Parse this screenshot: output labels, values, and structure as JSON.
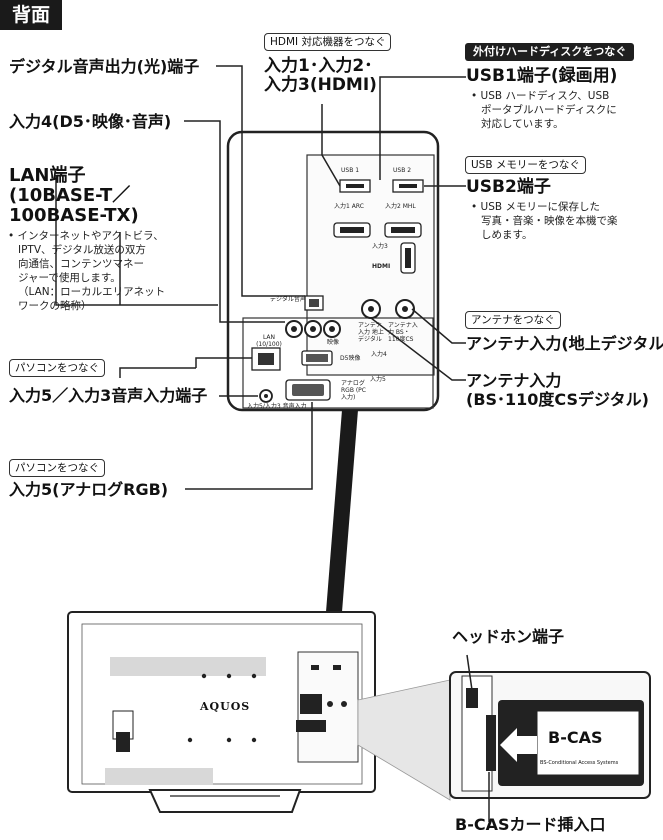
{
  "header": {
    "title": "背面"
  },
  "tags": {
    "hdmi": "HDMI 対応機器をつなぐ",
    "external_hdd": "外付けハードディスクをつなぐ",
    "usb_memory": "USB メモリーをつなぐ",
    "antenna": "アンテナをつなぐ",
    "pc1": "パソコンをつなぐ",
    "pc2": "パソコンをつなぐ"
  },
  "labels": {
    "digital_audio": "デジタル音声出力(光)端子",
    "hdmi_inputs_line1": "入力1･入力2･",
    "hdmi_inputs_line2": "入力3(HDMI)",
    "input4": "入力4(D5･映像･音声)",
    "lan_line1": "LAN端子",
    "lan_line2": "(10BASE-T／",
    "lan_line3": "100BASE-TX)",
    "usb1": "USB1端子(録画用)",
    "usb2": "USB2端子",
    "antenna_terrestrial": "アンテナ入力(地上デジタル)",
    "antenna_bs_line1": "アンテナ入力",
    "antenna_bs_line2": "(BS･110度CSデジタル)",
    "input5_audio": "入力5／入力3音声入力端子",
    "input5_rgb": "入力5(アナログRGB)",
    "headphone": "ヘッドホン端子",
    "bcas_slot": "B-CASカード挿入口"
  },
  "notes": {
    "lan": [
      "インターネットやアクトビラ、",
      "IPTV、デジタル放送の双方",
      "向通信、コンテンツマネー",
      "ジャーで使用します。",
      "（LAN：ローカルエリアネット",
      "ワークの略称）"
    ],
    "usb1": [
      "USB ハードディスク、USB",
      "ポータブルハードディスクに",
      "対応しています。"
    ],
    "usb2": [
      "USB メモリーに保存した",
      "写真・音楽・映像を本機で楽",
      "しめます。"
    ]
  },
  "panel": {
    "usb1": "USB 1",
    "usb2": "USB 2",
    "in1_arc": "入力1 ARC",
    "in2_mhl": "入力2 MHL",
    "in3": "入力3",
    "hdmi": "HDMI",
    "lan": "LAN (10/100)",
    "digital_audio": "デジタル音声",
    "d5": "D5映像",
    "input4": "入力4",
    "input5": "入力5",
    "analog_rgb": "アナログ RGB (PC入力)",
    "audio_in": "入力5/入力3 音声入力",
    "ant_terr": "アンテナ入力 地上デジタル",
    "ant_bs": "アンテナ入力 BS・110度CS",
    "video": "映像"
  },
  "tv": {
    "brand": "AQUOS",
    "bcas_logo": "B-CAS",
    "bcas_sub": "BS-Conditional Access Systems"
  },
  "bullet": "•"
}
